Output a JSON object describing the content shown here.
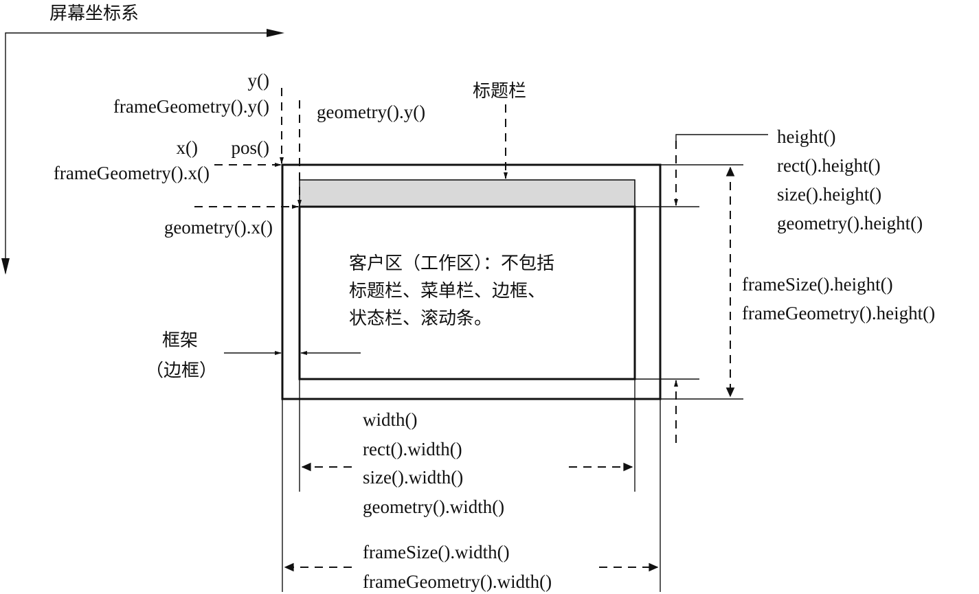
{
  "screen_coord": "屏幕坐标系",
  "top_left": {
    "y": "y()",
    "frame_y": "frameGeometry().y()",
    "x": "x()",
    "pos": "pos()",
    "frame_x": "frameGeometry().x()",
    "geom_x": "geometry().x()",
    "geom_y": "geometry().y()"
  },
  "title_bar": "标题栏",
  "client_area": [
    "客户区（工作区）：不包括",
    "标题栏、菜单栏、边框、",
    "状态栏、滚动条。"
  ],
  "frame_border": [
    "框架",
    "（边框）"
  ],
  "height_labels": [
    "height()",
    "rect().height()",
    "size().height()",
    "geometry().height()"
  ],
  "frame_height_labels": [
    "frameSize().height()",
    "frameGeometry().height()"
  ],
  "width_labels": [
    "width()",
    "rect().width()",
    "size().width()",
    "geometry().width()"
  ],
  "frame_width_labels": [
    "frameSize().width()",
    "frameGeometry().width()"
  ],
  "colors": {
    "title_bar_fill": "#d9d9d9",
    "line": "#111111"
  }
}
